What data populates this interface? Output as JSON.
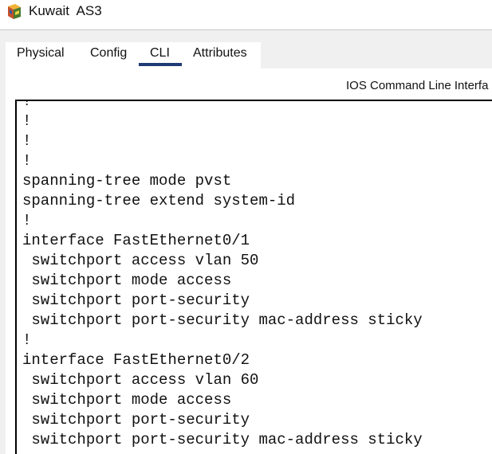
{
  "window": {
    "title": "Kuwait  AS3",
    "icon": "packet-tracer-switch-icon"
  },
  "tabs": [
    {
      "label": "Physical",
      "selected": false
    },
    {
      "label": "Config",
      "selected": false
    },
    {
      "label": "CLI",
      "selected": true
    },
    {
      "label": "Attributes",
      "selected": false
    }
  ],
  "panel": {
    "heading": "IOS Command Line Interfa"
  },
  "console": {
    "lines": [
      "!",
      "!",
      "!",
      "!",
      "spanning-tree mode pvst",
      "spanning-tree extend system-id",
      "!",
      "interface FastEthernet0/1",
      " switchport access vlan 50",
      " switchport mode access",
      " switchport port-security",
      " switchport port-security mac-address sticky",
      "!",
      "interface FastEthernet0/2",
      " switchport access vlan 60",
      " switchport mode access",
      " switchport port-security",
      " switchport port-security mac-address sticky"
    ]
  },
  "colors": {
    "tab_selected_underline": "#1f3b73",
    "console_border": "#000000",
    "tab_background": "#f0f0f0"
  }
}
